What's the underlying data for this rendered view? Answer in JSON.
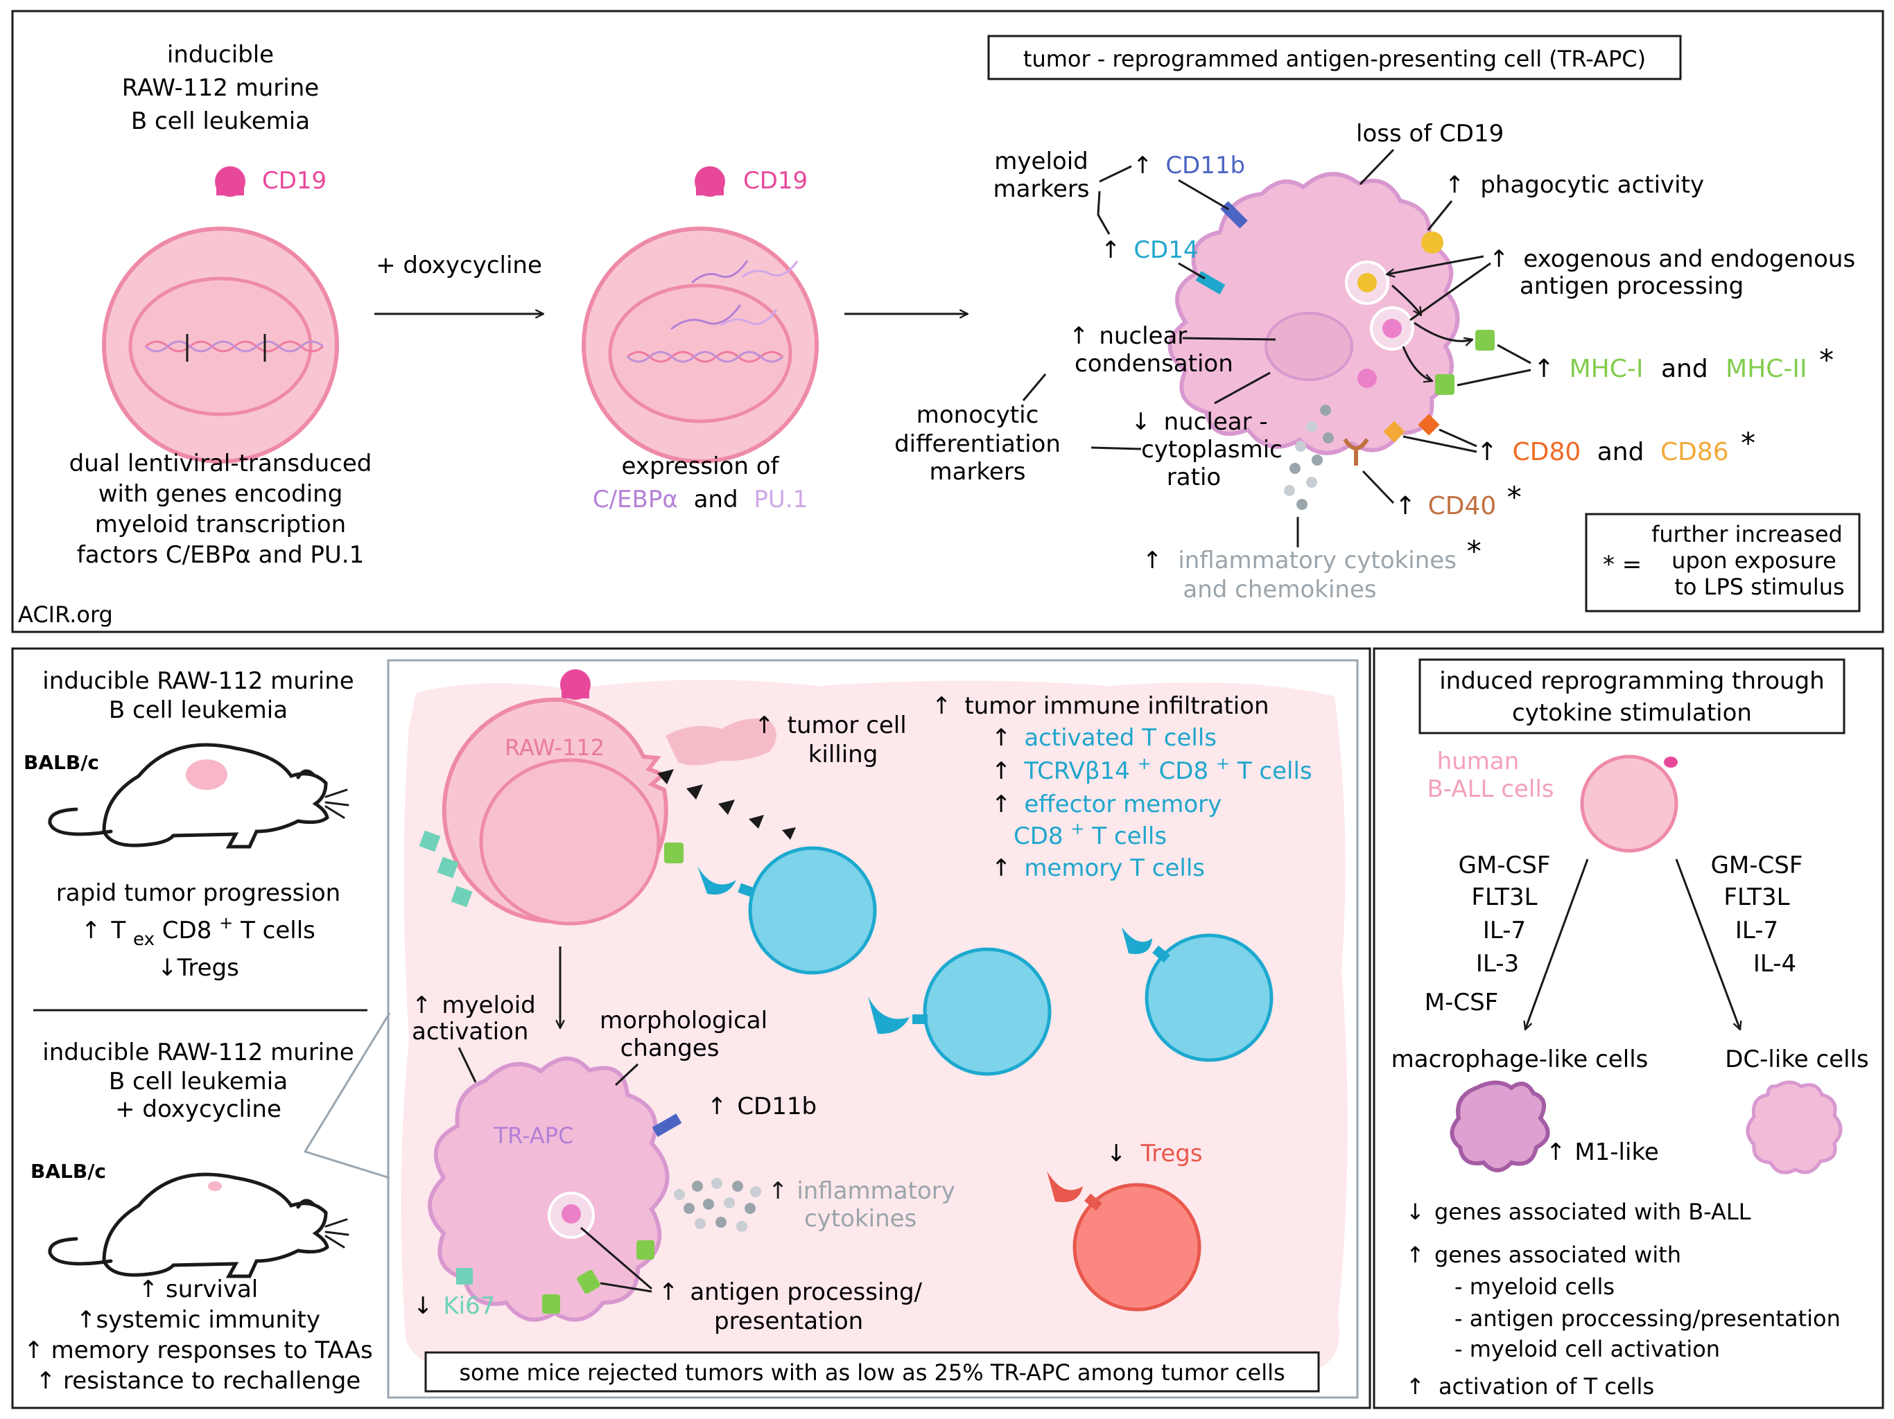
{
  "colors": {
    "cell_pink": "#f8c6d2",
    "cell_stroke": "#ee8aa8",
    "cd19_magenta": "#e8489a",
    "apc_fill": "#f2bcd8",
    "apc_stroke": "#d898cf",
    "tcell_fill": "#7dd3ea",
    "tcell_stroke": "#1da9cf",
    "treg_fill": "#fb8880",
    "treg_stroke": "#e8584c",
    "blue_label": "#1fa6cc",
    "cd11b_blue": "#4b64c4",
    "mhc_green": "#82cc4c",
    "cd80_orange": "#ef6a22",
    "cd86_orange": "#f4a836",
    "cd40_brown": "#c07040",
    "gray_label": "#9aa4ab",
    "ki67_teal": "#6fd2b8",
    "purple_label": "#b380d8",
    "lightpurple_label": "#d0a8e8",
    "background_pink": "#fde8ec"
  },
  "top": {
    "leukemia_title": [
      "inducible",
      "RAW-112 murine",
      "B cell leukemia"
    ],
    "cd19_label": "CD19",
    "arrow_label": "+ doxycycline",
    "transduced_text": [
      "dual lentiviral-transduced",
      "with genes encoding",
      "myeloid transcription",
      "factors C/EBPα and PU.1"
    ],
    "expression_of": "expression  of",
    "cebpa": "C/EBPα",
    "and_word": "and",
    "pu1": "PU.1",
    "tr_apc_box": "tumor - reprogrammed  antigen-presenting  cell  (TR-APC)",
    "myeloid_markers": [
      "myeloid",
      "markers"
    ],
    "cd11b": "CD11b",
    "cd14": "CD14",
    "loss_cd19": "loss of CD19",
    "phagocytic": "phagocytic  activity",
    "antigen_processing": [
      "exogenous and endogenous",
      "antigen processing"
    ],
    "nuclear_condensation": [
      "nuclear",
      "condensation"
    ],
    "monocytic": [
      "monocytic",
      "differentiation",
      "markers"
    ],
    "nc_ratio": [
      "nuclear -",
      "cytoplasmic",
      "ratio"
    ],
    "mhc1": "MHC-I",
    "mhc_and": "and",
    "mhc2": "MHC-II",
    "cd80": "CD80",
    "cd_and": "and",
    "cd86": "CD86",
    "cd40": "CD40",
    "cytokines": [
      "inflammatory  cytokines",
      "and chemokines"
    ],
    "legend_star": "* =",
    "legend_text": [
      "further increased",
      "upon exposure",
      "to LPS stimulus"
    ],
    "source": "ACIR.org",
    "up_arrow": "↑",
    "down_arrow": "↓",
    "star": "*"
  },
  "left": {
    "mouse1_title": [
      "inducible RAW-112 murine",
      "B cell leukemia"
    ],
    "balbc": "BALB/c",
    "rapid": "rapid tumor progression",
    "tex_up": "↑",
    "tex_t": "T",
    "tex_sub": "ex",
    "tex_cd8": " CD8",
    "tex_sup": "+",
    "tex_tail": " T cells",
    "tregs_down": "↓Tregs",
    "mouse2_title": [
      "inducible RAW-112 murine",
      "B cell leukemia",
      "+ doxycycline"
    ],
    "outcomes": [
      "↑ survival",
      "↑systemic immunity",
      "↑ memory  responses  to TAAs",
      "↑ resistance to rechallenge"
    ]
  },
  "middle": {
    "raw112": "RAW-112",
    "tumor_killing": [
      "tumor cell",
      "killing"
    ],
    "infiltration": "tumor  immune  infiltration",
    "activated": "activated  T cells",
    "tcr_a": "TCRVβ14",
    "tcr_sup1": "+",
    "tcr_b": "CD8",
    "tcr_sup2": "+",
    "tcr_c": " T cells",
    "effector": "effector  memory",
    "cd8_a": "CD8",
    "cd8_sup": "+",
    "cd8_b": " T cells",
    "memory": "memory  T cells",
    "myeloid_activation": [
      "myeloid",
      "activation"
    ],
    "morph": [
      "morphological",
      "changes"
    ],
    "trapc": "TR-APC",
    "cd11b": "CD11b",
    "inflam_cytokines": [
      "inflammatory",
      "cytokines"
    ],
    "tregs": "Tregs",
    "ki67": "Ki67",
    "antigen": [
      "antigen processing/",
      "presentation"
    ],
    "bottom_box": "some mice rejected tumors with as low as 25% TR-APC among tumor cells"
  },
  "right": {
    "box_title": [
      "induced  reprogramming  through",
      "cytokine  stimulation"
    ],
    "human": [
      "human",
      "B-ALL cells"
    ],
    "left_cytokines": [
      "GM-CSF",
      "FLT3L",
      "IL-7",
      "IL-3",
      "M-CSF"
    ],
    "right_cytokines": [
      "GM-CSF",
      "FLT3L",
      "IL-7",
      "IL-4"
    ],
    "macrophage": "macrophage-like cells",
    "dc": "DC-like cells",
    "m1": "M1-like",
    "genes_down": "genes associated with B-ALL",
    "genes_up": "genes associated with",
    "genes_list": [
      "- myeloid cells",
      "- antigen proccessing/presentation",
      "- myeloid cell activation"
    ],
    "activation": "activation  of  T cells"
  }
}
